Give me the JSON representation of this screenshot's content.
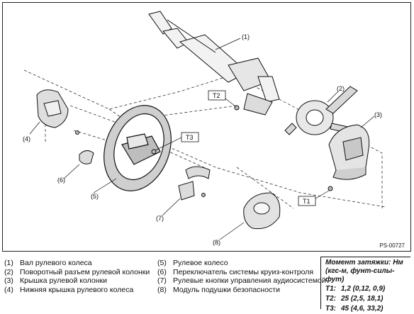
{
  "diagram": {
    "code": "PS-00727",
    "callouts": [
      "(1)",
      "(2)",
      "(3)",
      "(4)",
      "(5)",
      "(6)",
      "(7)",
      "(8)"
    ],
    "torque_labels": [
      "T1",
      "T2",
      "T3"
    ]
  },
  "legend": {
    "left": [
      {
        "num": "(1)",
        "text": "Вал рулевого колеса"
      },
      {
        "num": "(2)",
        "text": "Поворотный разъем рулевой колонки"
      },
      {
        "num": "(3)",
        "text": "Крышка рулевой колонки"
      },
      {
        "num": "(4)",
        "text": "Нижняя крышка рулевого колеса"
      }
    ],
    "right": [
      {
        "num": "(5)",
        "text": "Рулевое колесо"
      },
      {
        "num": "(6)",
        "text": "Переключатель системы круиз-контроля"
      },
      {
        "num": "(7)",
        "text": "Рулевые кнопки управления аудиосистемой"
      },
      {
        "num": "(8)",
        "text": "Модуль подушки безопасности"
      }
    ]
  },
  "torque": {
    "title": "Момент затяжки: Нм",
    "subtitle": "(кгс-м, фунт-силы-фут)",
    "rows": [
      {
        "name": "T1:",
        "value": "1,2 (0,12, 0,9)"
      },
      {
        "name": "T2:",
        "value": "25 (2,5, 18,1)"
      },
      {
        "name": "T3:",
        "value": "45 (4,6, 33,2)"
      }
    ]
  }
}
